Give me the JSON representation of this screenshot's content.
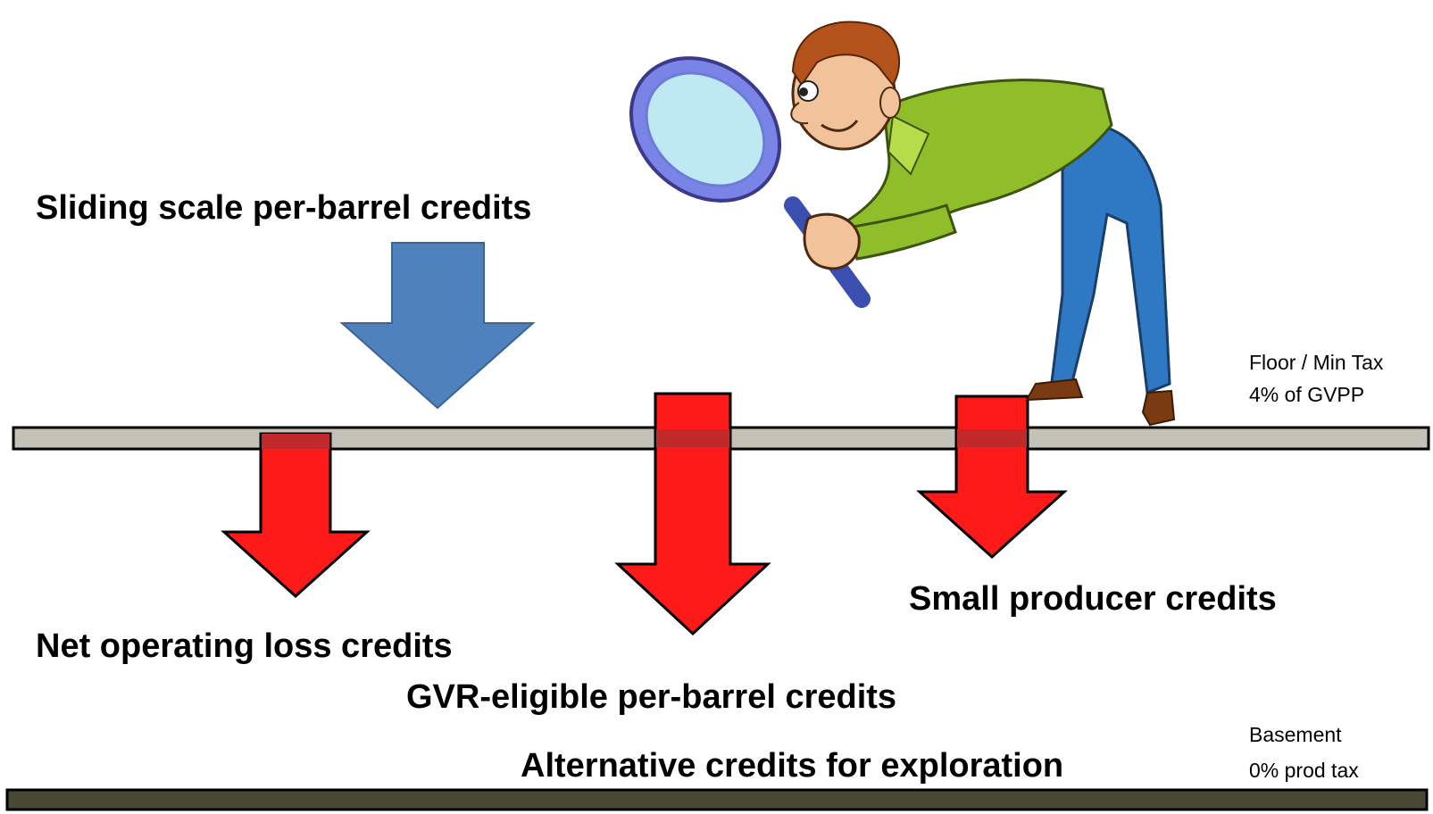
{
  "labels": {
    "sliding": "Sliding scale per-barrel credits",
    "nol": "Net operating loss credits",
    "gvr": "GVR-eligible per-barrel credits",
    "small": "Small producer credits",
    "alt": "Alternative credits for exploration"
  },
  "floor": {
    "line1": "Floor / Min Tax",
    "line2": "4% of GVPP"
  },
  "basement": {
    "line1": "Basement",
    "line2": "0% prod tax"
  },
  "colors": {
    "blue_arrow": "#4f81bd",
    "red_arrow": "#ff1a1a",
    "floor_bar": "#c4c1b6",
    "basement_bar": "#4a4834"
  },
  "illustration": {
    "subject": "man-with-magnifying-glass"
  }
}
